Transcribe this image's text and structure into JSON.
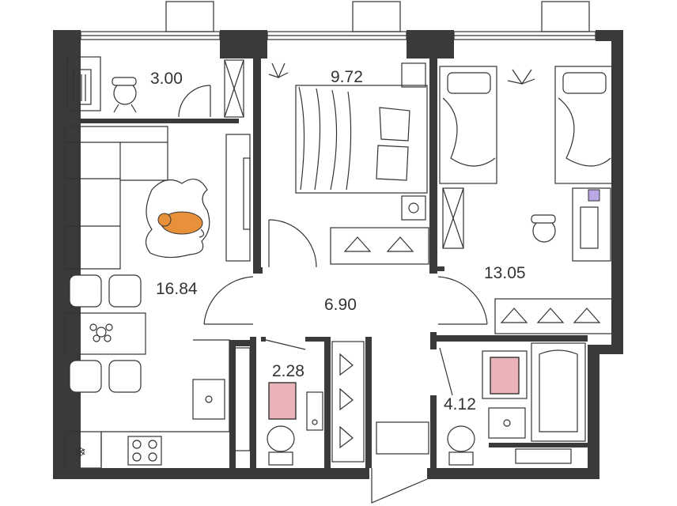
{
  "rooms": [
    {
      "id": "balcony",
      "area": "3.00"
    },
    {
      "id": "bedroom-1",
      "area": "9.72"
    },
    {
      "id": "living-kitchen",
      "area": "16.84"
    },
    {
      "id": "hallway",
      "area": "6.90"
    },
    {
      "id": "bedroom-2",
      "area": "13.05"
    },
    {
      "id": "bathroom-1",
      "area": "2.28"
    },
    {
      "id": "bathroom-2",
      "area": "4.12"
    }
  ],
  "icons": {
    "fridge": "snowflake-icon",
    "cooktop": "cooktop-icon",
    "pet": "cat-icon",
    "plants": "plant-icon"
  },
  "colors": {
    "walls": "#3a3a3a",
    "line": "#333333",
    "rug": "#e9b3b7",
    "cat": "#e8913a",
    "accent": "#b9a7e6"
  }
}
